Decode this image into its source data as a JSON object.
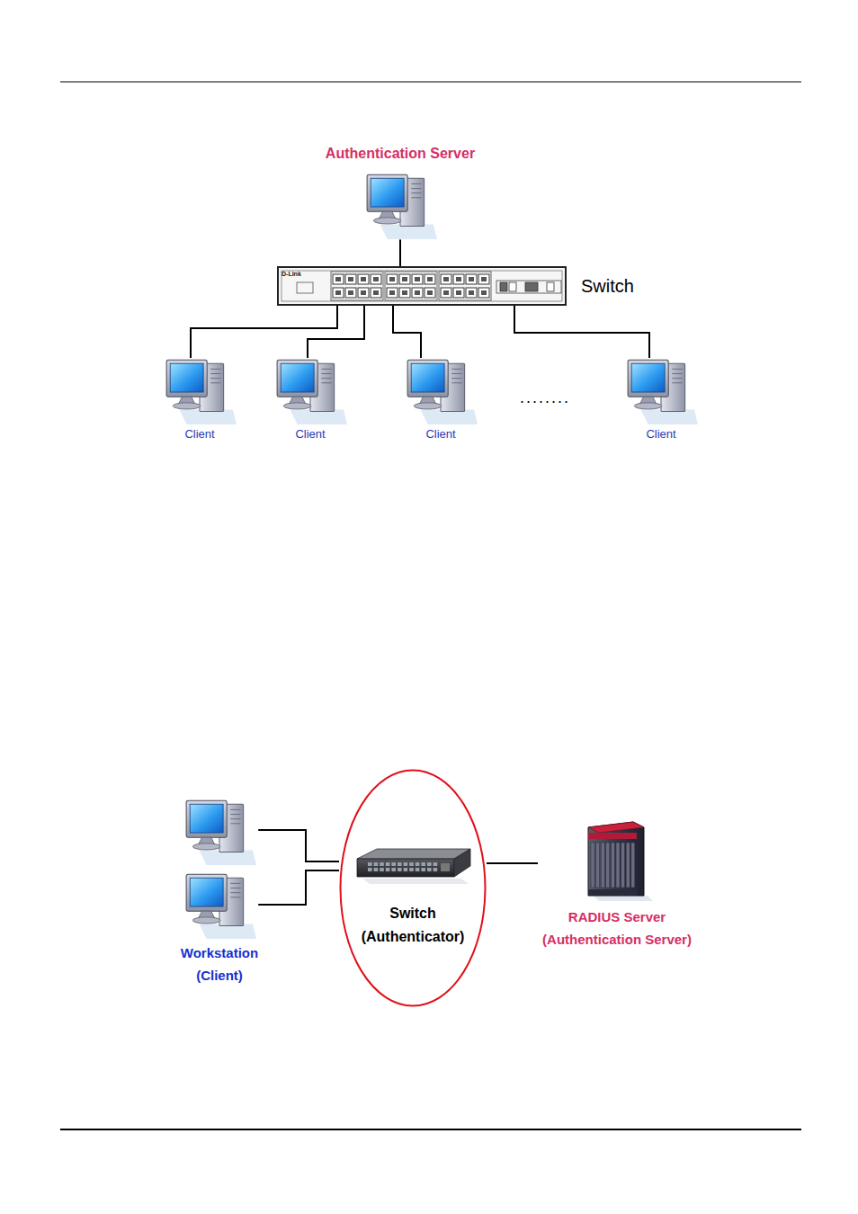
{
  "diagram": {
    "nodes": [
      {
        "text": [
          "Authentication Server"
        ]
      },
      {
        "text": [
          "Switch"
        ]
      },
      {
        "text": [
          "Client"
        ]
      },
      {
        "text": [
          "Client"
        ]
      },
      {
        "text": [
          "Client"
        ]
      },
      {
        "text": [
          "Client"
        ]
      },
      {
        "text": [
          "Workstation (Client)"
        ]
      },
      {
        "text": [
          "Switch (Authenticator)"
        ]
      },
      {
        "text": [
          "RADIUS Server (Authentication Server)"
        ]
      }
    ],
    "edges": [
      {
        "from": 0,
        "to": 1,
        "arrow": "none"
      },
      {
        "from": 1,
        "to": 2,
        "arrow": "none"
      },
      {
        "from": 1,
        "to": 3,
        "arrow": "none"
      },
      {
        "from": 1,
        "to": 4,
        "arrow": "none"
      },
      {
        "from": 1,
        "to": 5,
        "arrow": "none"
      },
      {
        "from": 6,
        "to": 7,
        "arrow": "none"
      },
      {
        "from": 6,
        "to": 7,
        "arrow": "none"
      },
      {
        "from": 7,
        "to": 8,
        "arrow": "none"
      }
    ],
    "labels": [
      "D-Link",
      "........"
    ]
  }
}
